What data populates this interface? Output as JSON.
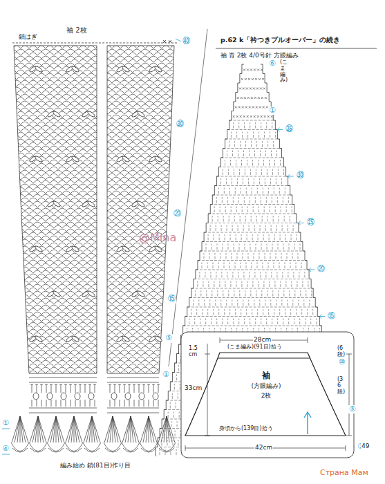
{
  "diagram": {
    "title": "p.62 k「衿つきプルオーバー」の続き",
    "nodes": [
      {
        "text": [
          "袖",
          "(方眼編み)",
          "2枚"
        ]
      }
    ],
    "labels": [
      "袖 2枚",
      "鎖はぎ",
      "㊵",
      "㉚",
      "⑳",
      "⑮",
      "⑤",
      "①",
      "①",
      "④",
      "編み始め 鎖(81目)作り目",
      "袖 青 2枚 4/0号針 方眼編み",
      "(こま編み)",
      "⑥",
      "①",
      "㉟",
      "㉚",
      "㉕",
      "⑳",
      "⑮",
      "⑩",
      "⑤",
      "①",
      "@Mina",
      "28cm",
      "(こま編み)(91目)拾う",
      "1.5 cm",
      "(6段)",
      "33cm",
      "(36段)",
      "身頃から(139目)拾う",
      "42cm",
      "49",
      "Страна Мам"
    ]
  }
}
